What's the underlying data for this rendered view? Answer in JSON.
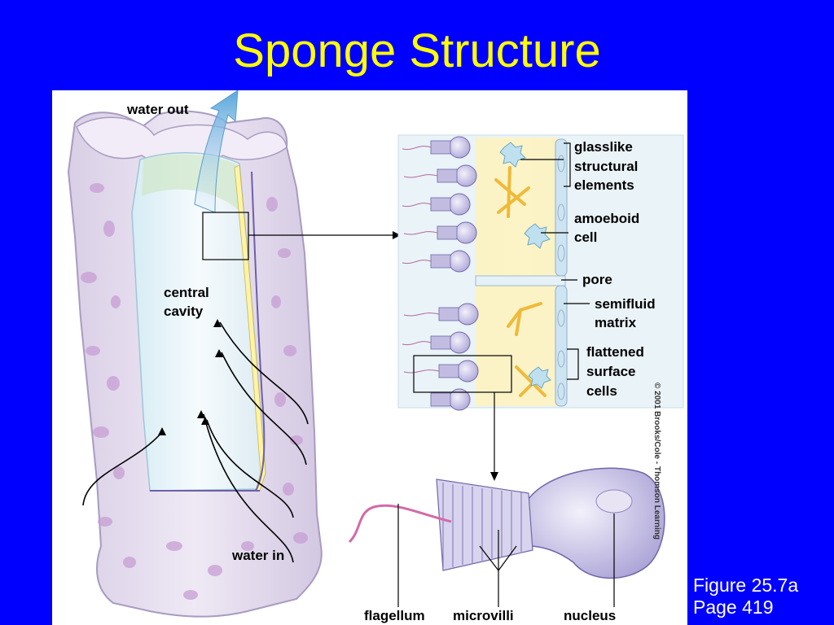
{
  "slide": {
    "title": "Sponge Structure",
    "caption_figure": "Figure 25.7a",
    "caption_page": "Page 419"
  },
  "figure": {
    "copyright": "© 2001 Brooks/Cole - Thomson Learning",
    "labels": {
      "water_out": "water out",
      "central": "central",
      "cavity": "cavity",
      "water_in": "water in",
      "glasslike": "glasslike",
      "structural": "structural",
      "elements": "elements",
      "amoeboid": "amoeboid",
      "cell": "cell",
      "pore": "pore",
      "semifluid": "semifluid",
      "matrix": "matrix",
      "flattened": "flattened",
      "surface": "surface",
      "cells": "cells",
      "flagellum": "flagellum",
      "microvilli": "microvilli",
      "nucleus": "nucleus"
    },
    "colors": {
      "sponge_body": "#e8dff0",
      "sponge_spots": "#b890c8",
      "cavity": "#eef6fb",
      "water_arrow": "#7fb8e0",
      "matrix": "#fdf3c0",
      "collar_cell": "#c9c4e6",
      "spicule": "#f4c24a"
    }
  }
}
